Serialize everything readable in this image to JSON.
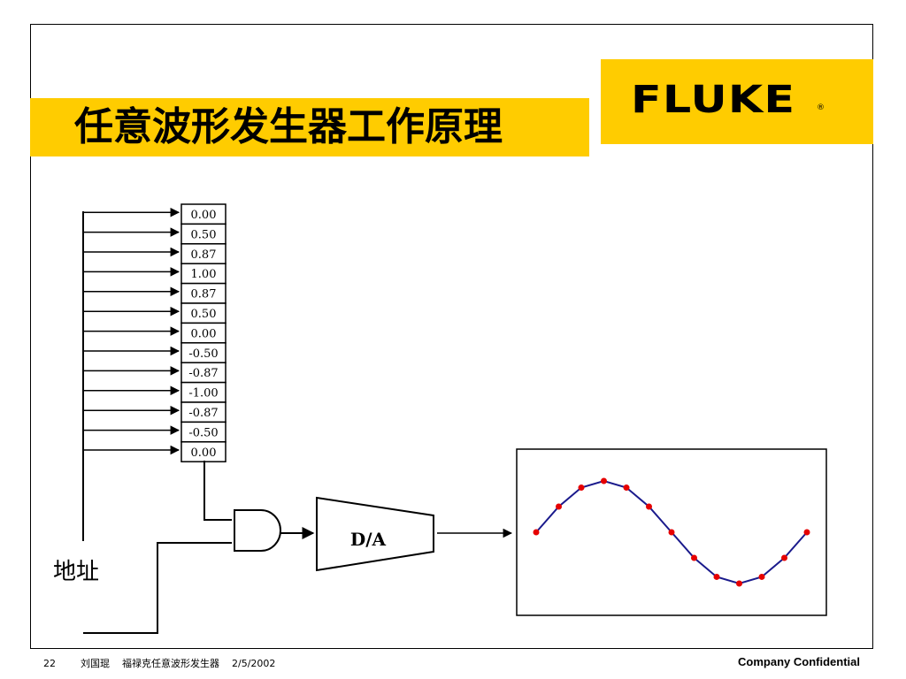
{
  "title": "任意波形发生器工作原理",
  "logo": {
    "text": "FLUKE",
    "reg_mark": "®"
  },
  "memory_values": [
    "0.00",
    "0.50",
    "0.87",
    "1.00",
    "0.87",
    "0.50",
    "0.00",
    "-0.50",
    "-0.87",
    "-1.00",
    "-0.87",
    "-0.50",
    "0.00"
  ],
  "dac_label": "D/A",
  "address_label": "地址",
  "footer": {
    "page_number": "22",
    "author": "刘国琨",
    "subject": "福禄克任意波形发生器",
    "date": "2/5/2002",
    "confidential": "Company Confidential"
  },
  "colors": {
    "accent": "#ffcc00",
    "wave_line": "#1a1a8c",
    "wave_points": "#e60000"
  }
}
